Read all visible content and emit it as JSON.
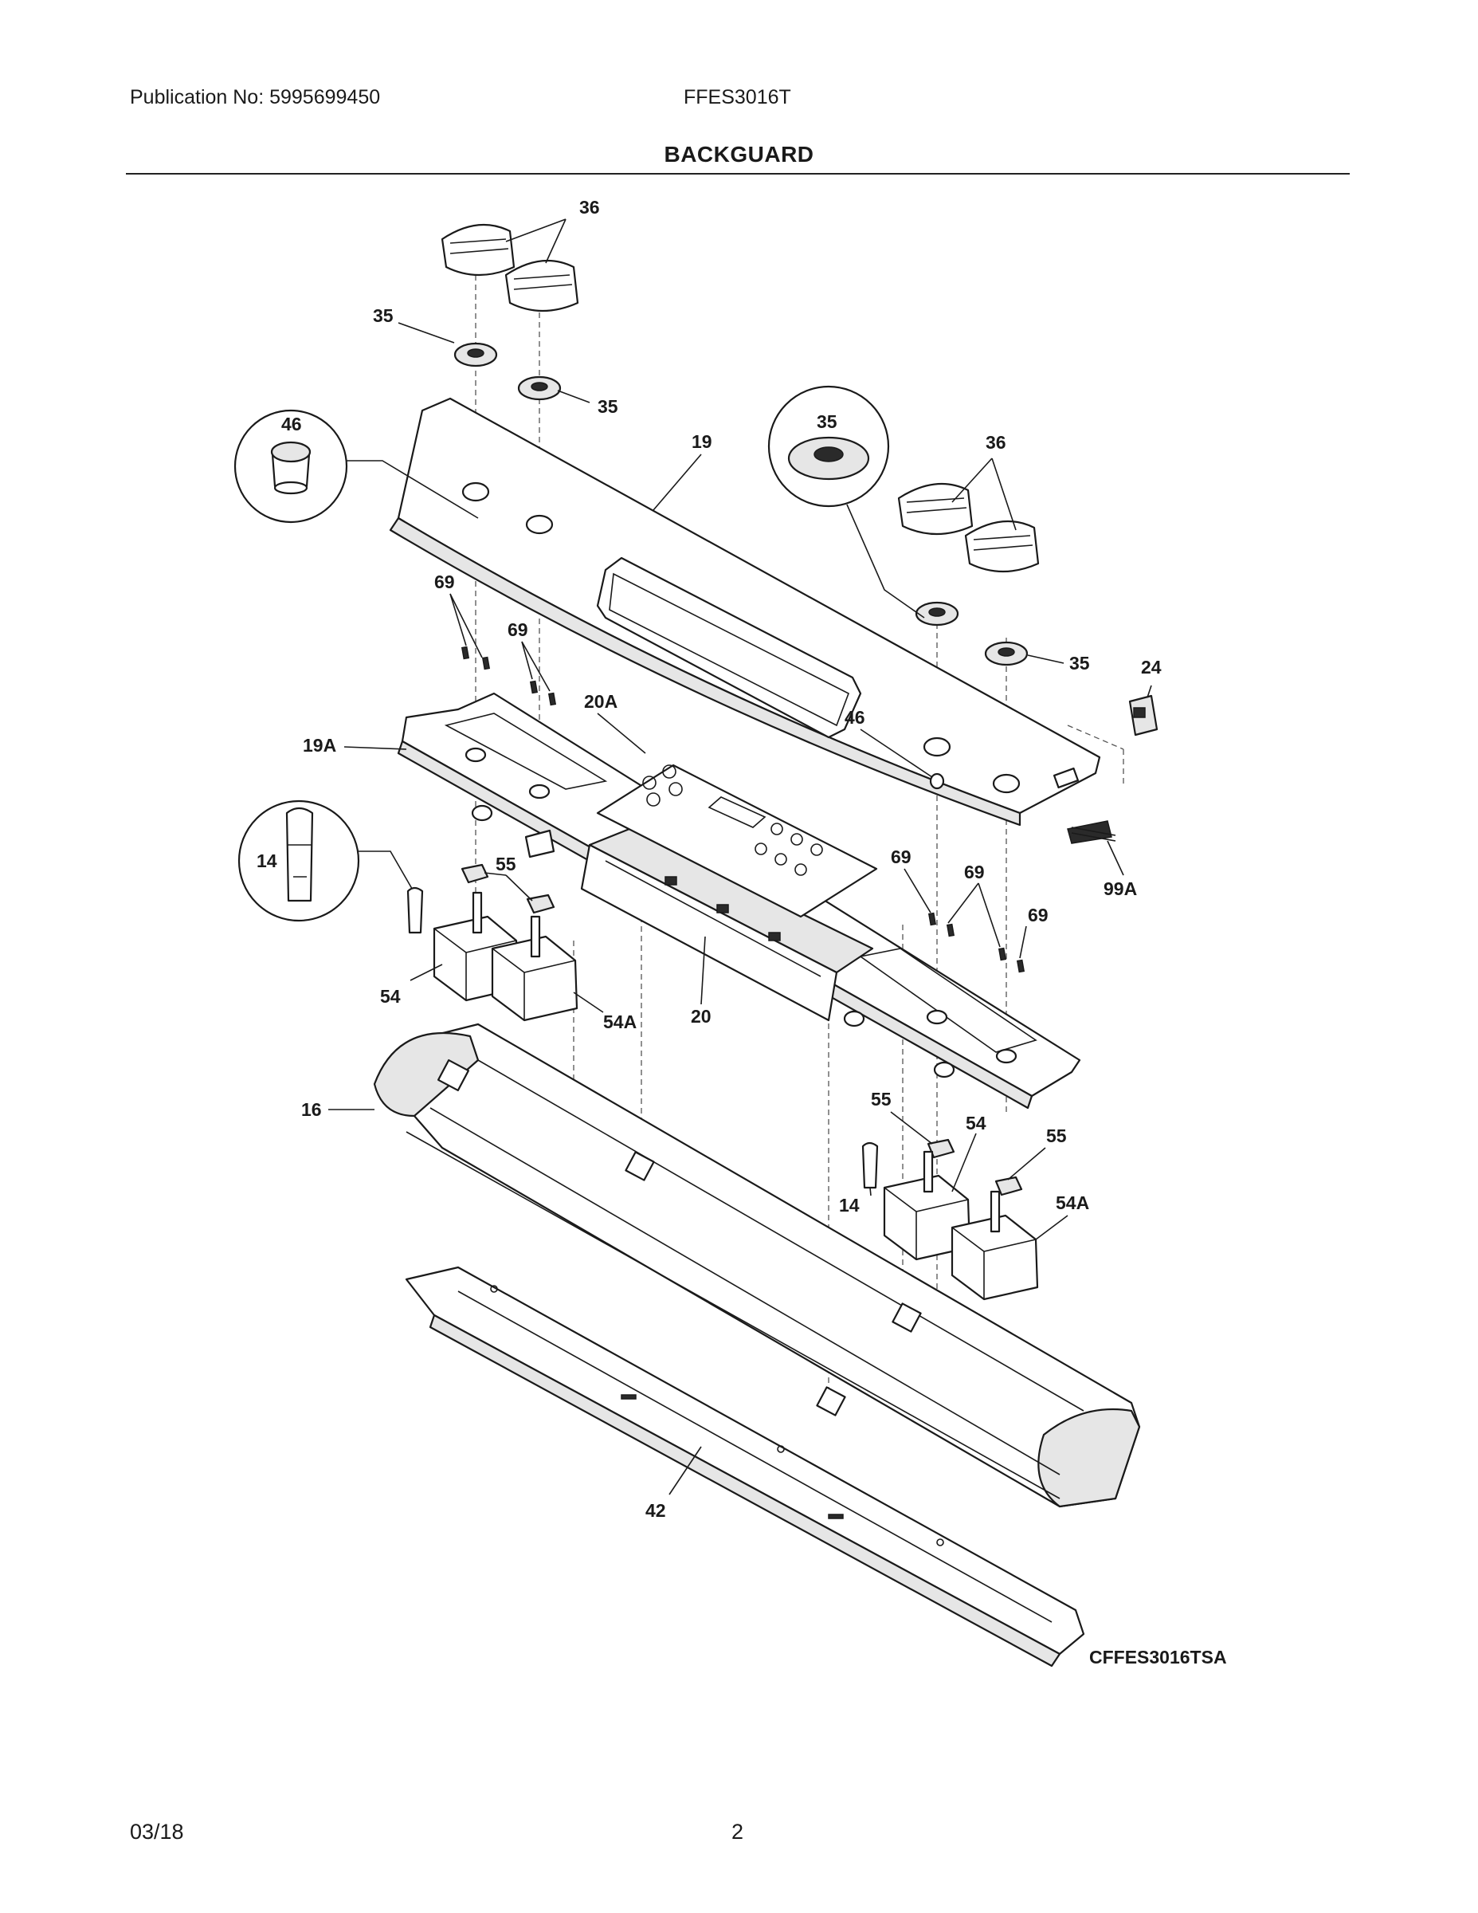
{
  "header": {
    "publication": "Publication No: 5995699450",
    "model": "FFES3016T",
    "section_title": "BACKGUARD"
  },
  "footer": {
    "date": "03/18",
    "page_number": "2"
  },
  "diagram": {
    "image_code": "CFFES3016TSA",
    "callouts": {
      "c36_top": "36",
      "c35_left": "35",
      "c35_mid": "35",
      "c46_circle": "46",
      "c19": "19",
      "c35_circle": "35",
      "c36_right": "36",
      "c69_a": "69",
      "c69_b": "69",
      "c20a": "20A",
      "c46_b": "46",
      "c35_right": "35",
      "c24": "24",
      "c19a": "19A",
      "c14_circle": "14",
      "c55_left": "55",
      "c69_c": "69",
      "c69_d": "69",
      "c69_e": "69",
      "c99a": "99A",
      "c54_left": "54",
      "c54a_left": "54A",
      "c20": "20",
      "c16": "16",
      "c55_mid": "55",
      "c54_right": "54",
      "c55_right": "55",
      "c14_right": "14",
      "c54a_right": "54A",
      "c42": "42"
    }
  }
}
